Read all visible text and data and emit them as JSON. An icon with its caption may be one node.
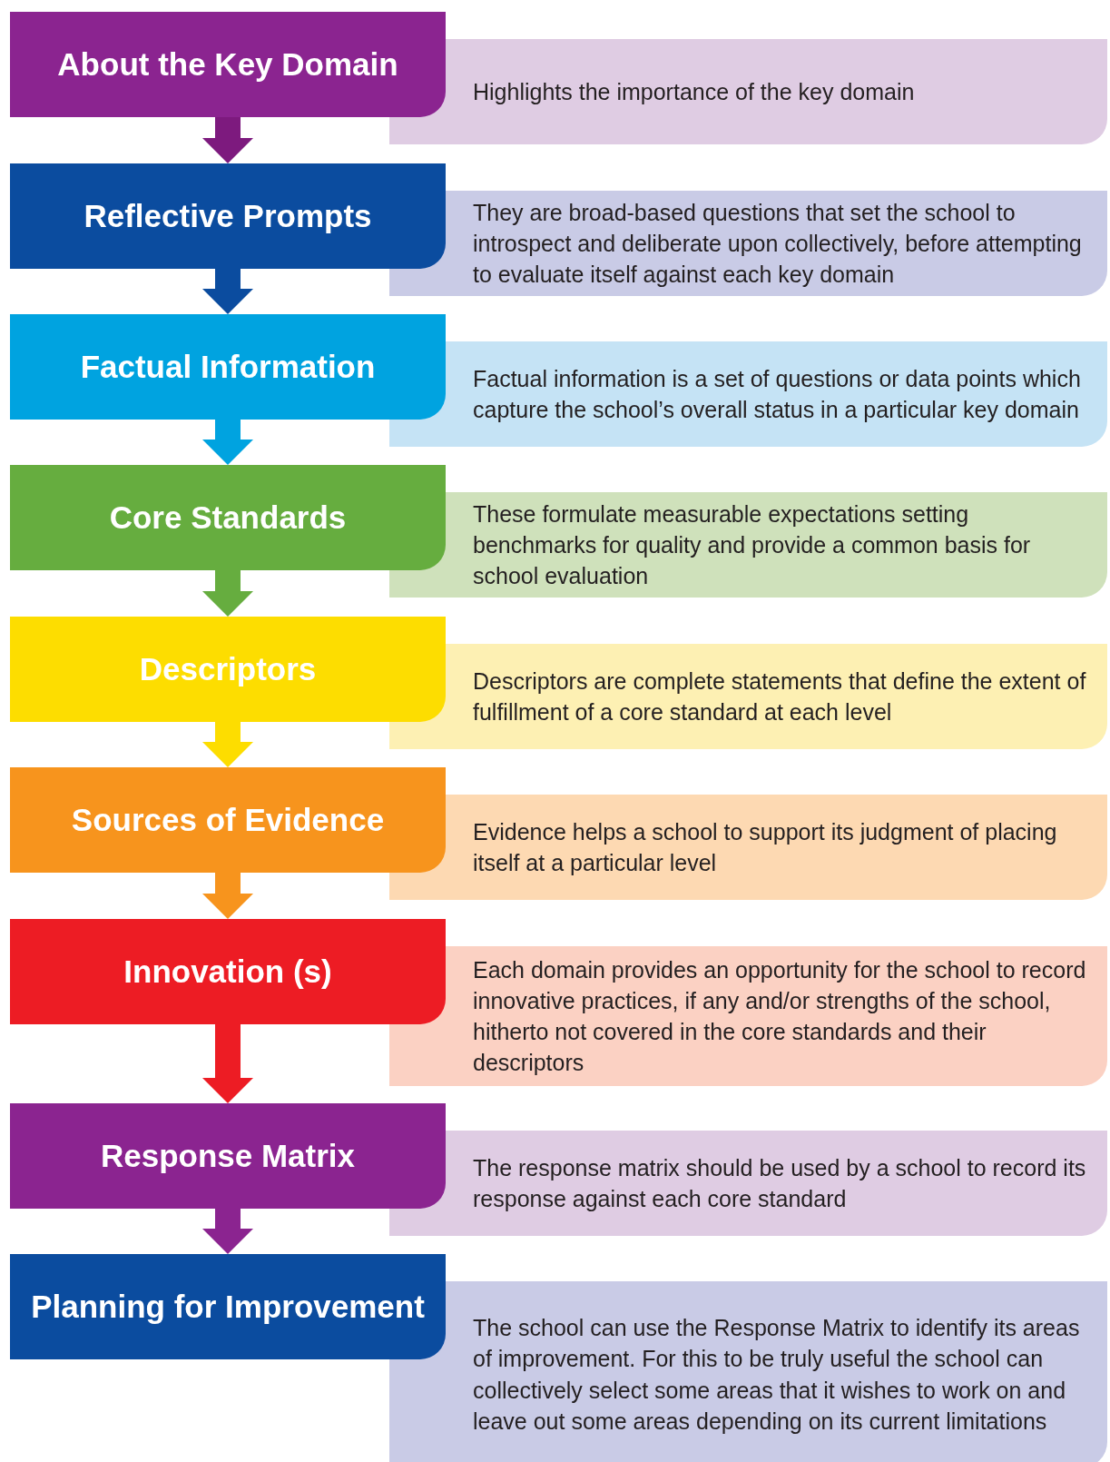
{
  "diagram": {
    "nodes": [
      {
        "text": [
          "About the Key Domain"
        ]
      },
      {
        "text": [
          "Highlights the importance of the key domain"
        ]
      },
      {
        "text": [
          "Reflective Prompts"
        ]
      },
      {
        "text": [
          "They are broad-based questions that set the school to introspect and deliberate upon collectively, before attempting to evaluate itself against each key domain"
        ]
      },
      {
        "text": [
          "Factual Information"
        ]
      },
      {
        "text": [
          "Factual information is a set of questions or data points which capture the school’s overall status in a particular key domain"
        ]
      },
      {
        "text": [
          "Core Standards"
        ]
      },
      {
        "text": [
          "These formulate measurable expectations setting benchmarks for quality and provide a common basis for school evaluation"
        ]
      },
      {
        "text": [
          "Descriptors"
        ]
      },
      {
        "text": [
          "Descriptors are complete statements that define the extent of fulfillment of a core standard at each level"
        ]
      },
      {
        "text": [
          "Sources of Evidence"
        ]
      },
      {
        "text": [
          "Evidence helps a school to support its judgment of placing itself at a particular level"
        ]
      },
      {
        "text": [
          "Innovation (s)"
        ]
      },
      {
        "text": [
          "Each domain provides an opportunity for the school to record innovative practices, if any and/or strengths of the school, hitherto not covered in the core standards and their descriptors"
        ]
      },
      {
        "text": [
          "Response Matrix"
        ]
      },
      {
        "text": [
          "The response matrix should be used by a school to record its response against each core standard"
        ]
      },
      {
        "text": [
          "Planning for Improvement"
        ]
      },
      {
        "text": [
          "The school can use the Response Matrix to identify its areas of improvement. For this to be truly useful the school can collectively select some areas that it wishes to work on and leave out some areas depending on its current limitations"
        ]
      }
    ],
    "edges": [
      {
        "from": 0,
        "to": 2,
        "arrow": "to",
        "color": "#7d1a7e"
      },
      {
        "from": 2,
        "to": 4,
        "arrow": "to",
        "color": "#0b4c9f"
      },
      {
        "from": 4,
        "to": 6,
        "arrow": "to",
        "color": "#00a3e0"
      },
      {
        "from": 6,
        "to": 8,
        "arrow": "to",
        "color": "#66ad3f"
      },
      {
        "from": 8,
        "to": 10,
        "arrow": "to",
        "color": "#fddd00"
      },
      {
        "from": 10,
        "to": 12,
        "arrow": "to",
        "color": "#f7941d"
      },
      {
        "from": 12,
        "to": 14,
        "arrow": "to",
        "color": "#ed1c24"
      },
      {
        "from": 14,
        "to": 16,
        "arrow": "to",
        "color": "#8b2490"
      }
    ]
  }
}
